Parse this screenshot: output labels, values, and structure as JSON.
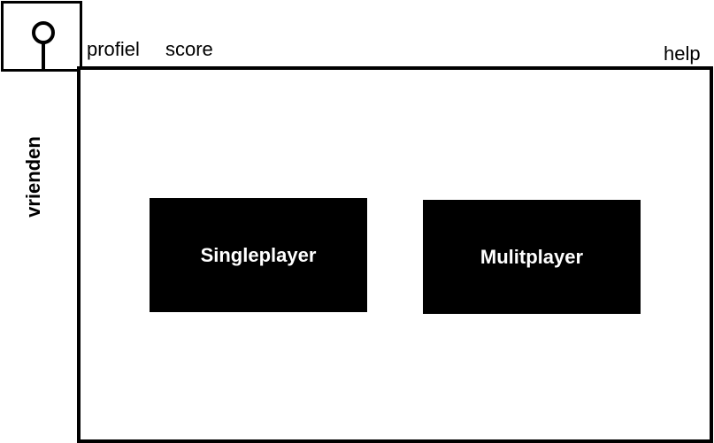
{
  "header": {
    "avatar_icon": "user-pin-icon",
    "nav": {
      "profiel": "profiel",
      "score": "score",
      "help": "help"
    }
  },
  "sidebar": {
    "friends_label": "vrienden"
  },
  "main": {
    "buttons": {
      "singleplayer": "Singleplayer",
      "multiplayer": "Mulitplayer"
    }
  },
  "colors": {
    "background": "#ffffff",
    "foreground": "#000000",
    "button_bg": "#000000",
    "button_text": "#ffffff"
  }
}
